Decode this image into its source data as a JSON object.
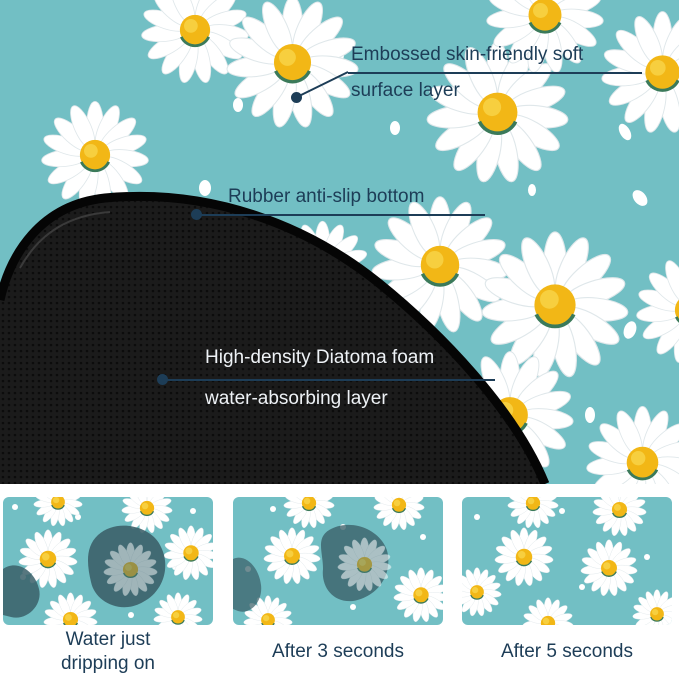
{
  "callouts": {
    "surface": {
      "line1": "Embossed skin-friendly soft",
      "line2": "surface layer"
    },
    "bottom": {
      "label": "Rubber anti-slip bottom"
    },
    "foam": {
      "line1": "High-density Diatoma foam",
      "line2": "water-absorbing layer"
    }
  },
  "captions": {
    "panel1": {
      "line1": "Water just",
      "line2": "dripping on"
    },
    "panel2": {
      "label": "After 3 seconds"
    },
    "panel3": {
      "label": "After 5 seconds"
    }
  },
  "colors": {
    "mat_teal": "#72bfc4",
    "petal_white": "#ffffff",
    "flower_center": "#f2b716",
    "rubber_black": "#151515",
    "water_stain": "#3a5f68",
    "text_navy": "#1d3d57"
  }
}
